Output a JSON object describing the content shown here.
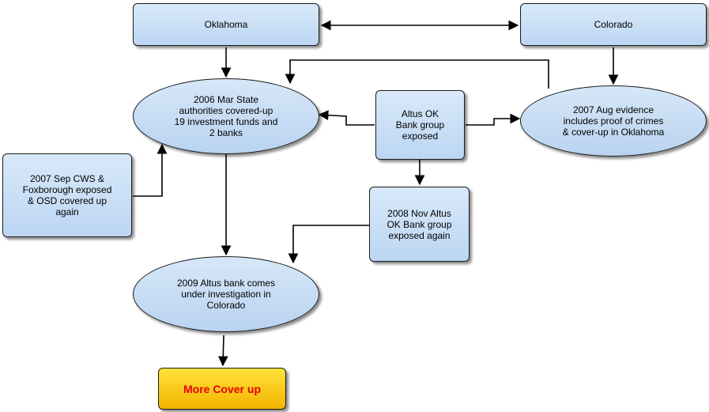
{
  "nodes": {
    "oklahoma": "Oklahoma",
    "colorado": "Colorado",
    "state_authorities": "2006 Mar State\nauthorities covered-up\n19 investment funds and\n2 banks",
    "altus_group": "Altus OK\nBank group\nexposed",
    "evidence": "2007 Aug evidence\nincludes proof of crimes\n& cover-up  in Oklahoma",
    "cws": "2007 Sep CWS &\nFoxborough  exposed\n& OSD covered  up\nagain",
    "altus_again": "2008 Nov Altus\nOK Bank group\nexposed again",
    "investigation": "2009 Altus bank comes\nunder investigation  in\nColorado",
    "more_cover_up": "More Cover up"
  },
  "colors": {
    "box_fill": "#c9def5",
    "outline": "#1b1b1b",
    "highlight_fill": "#ffcc00",
    "highlight_text": "#e60000",
    "connector": "#000000"
  }
}
